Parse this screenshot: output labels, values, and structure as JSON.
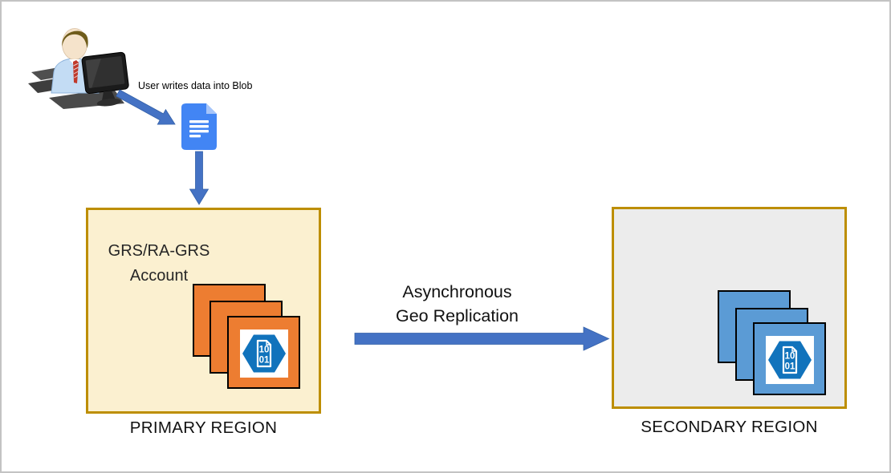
{
  "canvas": {
    "background": "#ffffff",
    "border_color": "#c3c3c3"
  },
  "annotations": {
    "user_action": "User writes data into Blob",
    "replication_line1": "Asynchronous",
    "replication_line2": "Geo Replication"
  },
  "primary_region": {
    "label": "PRIMARY REGION",
    "account_line1": "GRS/RA-GRS",
    "account_line2": "Account",
    "fill": "#FBF0D0",
    "border_color": "#BD8E00",
    "stack_color": "#ED7D31",
    "stack_count": 3
  },
  "secondary_region": {
    "label": "SECONDARY REGION",
    "fill": "#ECECEC",
    "border_color": "#BD8E00",
    "stack_color": "#5B9BD5",
    "stack_count": 3
  },
  "binary_icon": {
    "line1": "10",
    "line2": "01",
    "hexagon_color": "#1173BC",
    "background": "#ffffff"
  },
  "colors": {
    "arrow_blue": "#4472C4",
    "arrow_edge": "#3461A8",
    "document_blue": "#4285F4",
    "document_fold_blue": "#A6C5FA",
    "square_border": "#000000"
  }
}
